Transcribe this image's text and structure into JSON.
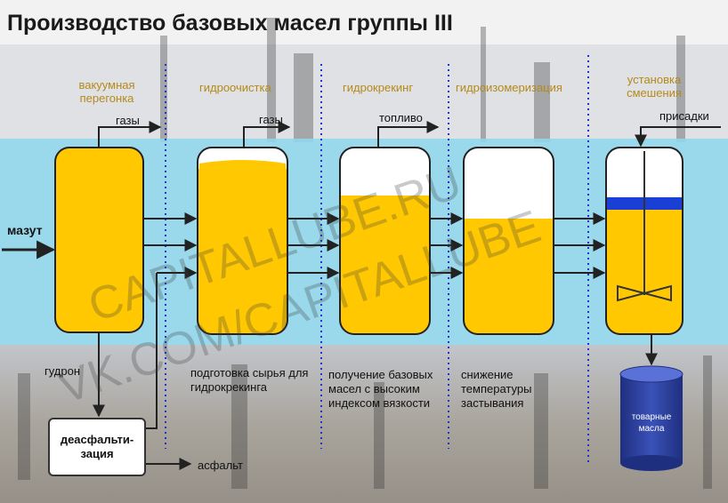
{
  "title": "Производство базовых масел группы  III",
  "stages": [
    {
      "label": "вакуумная перегонка"
    },
    {
      "label": "гидроочистка"
    },
    {
      "label": "гидрокрекинг"
    },
    {
      "label": "гидроизомеризация"
    },
    {
      "label": "установка смешения"
    }
  ],
  "flows": {
    "feed": "мазут",
    "gas1": "газы",
    "gas2": "газы",
    "fuel": "топливо",
    "additives": "присадки",
    "tar": "гудрон",
    "asphalt": "асфальт"
  },
  "notes": {
    "hydrotreating": "подготовка сырья для гидрокрекинга",
    "hydrocracking": "получение базовых масел с высоким индексом вязкости",
    "isomerization": "снижение температуры застывания"
  },
  "deasphalting": "деасфальти-\nзация",
  "product": "товарные масла",
  "watermarks": [
    "CAPITALLUBE.RU",
    "VK.COM/CAPITALLUBE"
  ],
  "colors": {
    "oil": "#ffc800",
    "band": "#8fd6ea",
    "additive": "#1a3fd6",
    "tank": "#2b3f9a"
  }
}
